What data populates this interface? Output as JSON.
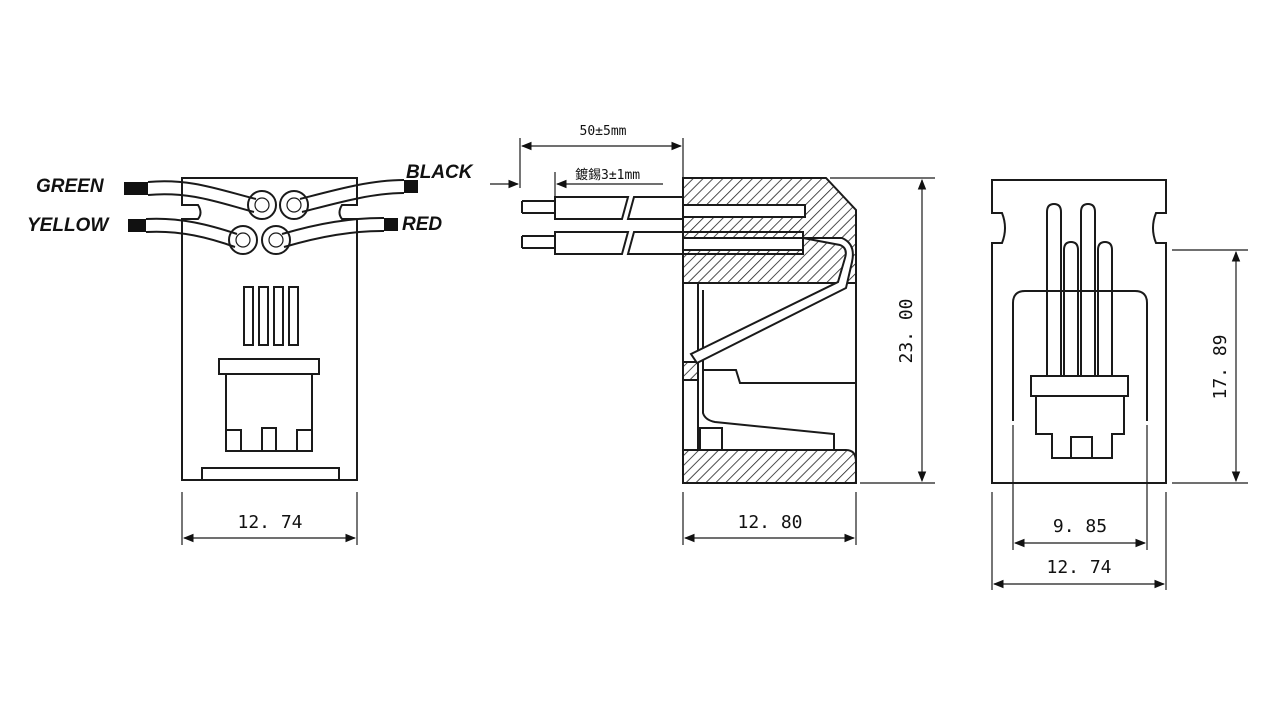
{
  "front_view": {
    "wires": {
      "green": "GREEN",
      "yellow": "YELLOW",
      "black": "BLACK",
      "red": "RED"
    },
    "width_dim": "12. 74"
  },
  "side_view": {
    "wire_length_dim": "50±5mm",
    "tinning_dim": "鍍錫3±1mm",
    "width_dim": "12. 80",
    "height_dim": "23. 00"
  },
  "rear_view": {
    "pin_span_dim": "9. 85",
    "width_dim": "12. 74",
    "height_dim": "17. 89"
  }
}
